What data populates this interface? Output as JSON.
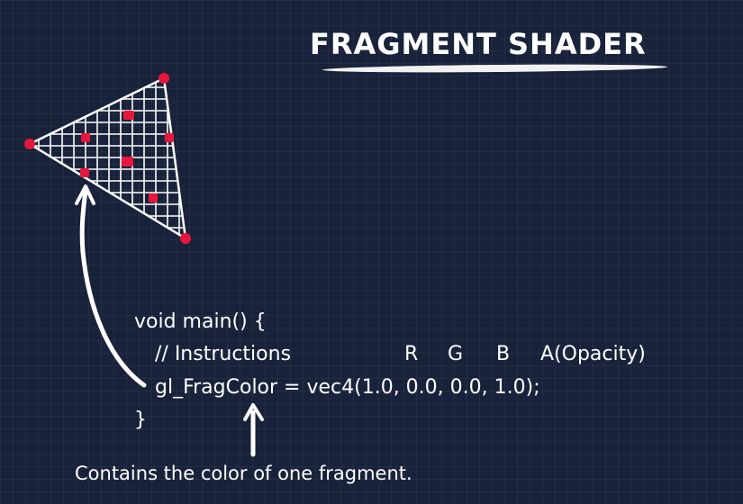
{
  "title": "FRAGMENT SHADER",
  "code": {
    "line1": "void main() {",
    "comment": "// Instructions",
    "channels": {
      "r": "R",
      "g": "G",
      "b": "B",
      "a": "A(Opacity)"
    },
    "line3": "gl_FragColor = vec4(1.0, 0.0, 0.0, 1.0);",
    "line4": "}"
  },
  "caption": "Contains the color of one fragment.",
  "colors": {
    "background": "#18223a",
    "vertex": "#e8163c",
    "fragment": "#e8163c",
    "text": "#ffffff"
  },
  "icons": [
    "curved-arrow-icon",
    "up-arrow-icon"
  ]
}
